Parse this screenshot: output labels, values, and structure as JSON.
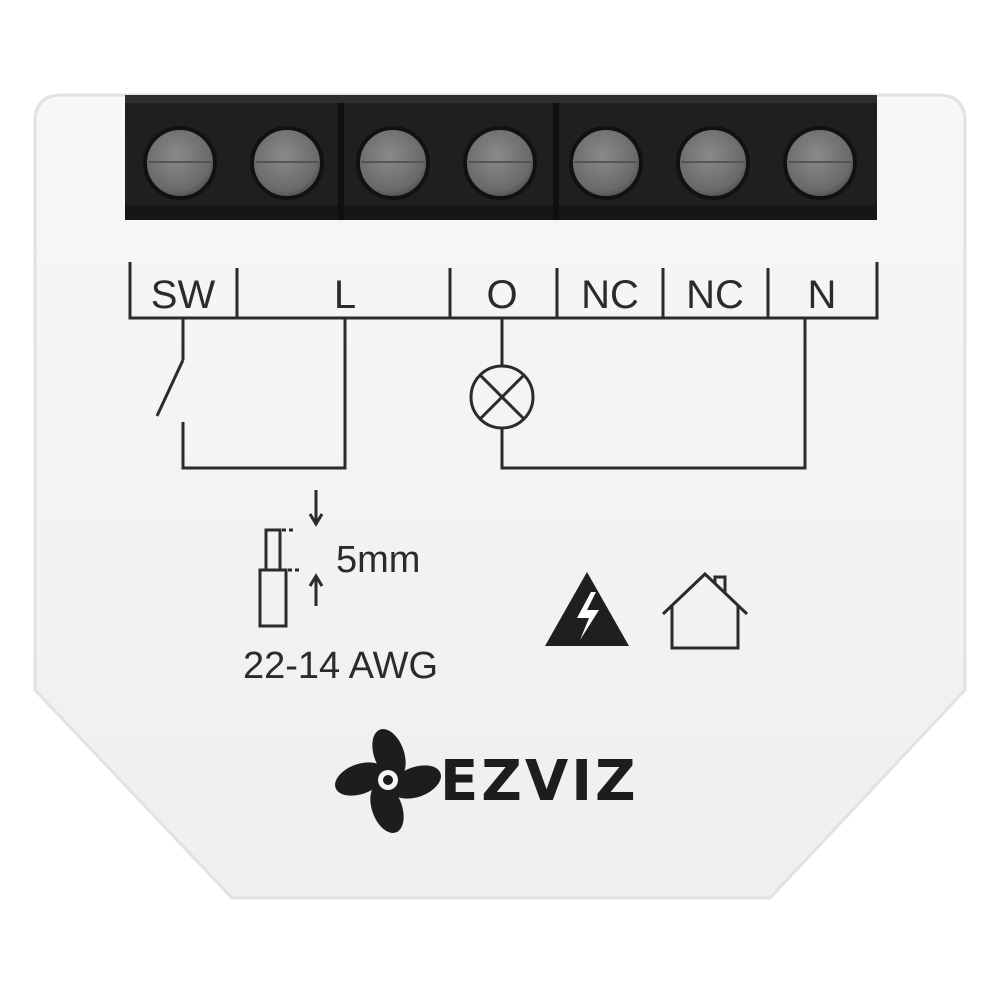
{
  "device": {
    "terminals": [
      {
        "label": "SW"
      },
      {
        "label": "L"
      },
      {
        "label": "O"
      },
      {
        "label": "NC"
      },
      {
        "label": "NC"
      },
      {
        "label": "N"
      }
    ],
    "strip_length_label": "5mm",
    "wire_gauge_label": "22-14 AWG",
    "brand": "EZVIZ",
    "icons": [
      "switch-symbol-icon",
      "lamp-symbol-icon",
      "wire-strip-icon",
      "high-voltage-warning-icon",
      "indoor-use-house-icon",
      "ezviz-logo-icon"
    ],
    "colors": {
      "body": "#f4f4f4",
      "terminal_block": "#1e1e1e",
      "screw": "#6e6e6e",
      "ink": "#2b2b2b"
    }
  }
}
